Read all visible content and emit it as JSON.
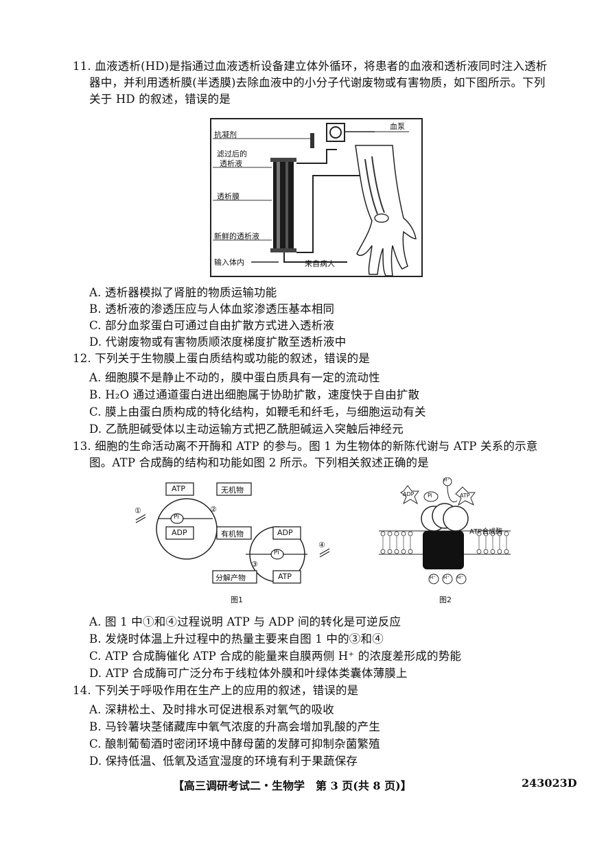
{
  "q11": {
    "line1": "11. 血液透析(HD)是指通过血液透析设备建立体外循环，将患者的血液和透析液同时注入透析",
    "line2": "器中，并利用透析膜(半透膜)去除血液中的小分子代谢废物或有害物质，如下图所示。下列",
    "line3": "关于 HD 的叙述，错误的是",
    "figure": {
      "anticoagulant": "抗凝剂",
      "filtered_dialysate_1": "滤过后的",
      "filtered_dialysate_2": "透析液",
      "membrane": "透析膜",
      "fresh_dialysate": "新鲜的透析液",
      "into_body": "输入体内",
      "from_patient": "来自病人",
      "blood_pump": "血泵"
    },
    "options": [
      "A. 透析器模拟了肾脏的物质运输功能",
      "B. 透析液的渗透压应与人体血浆渗透压基本相同",
      "C. 部分血浆蛋白可通过自由扩散方式进入透析液",
      "D. 代谢废物或有害物质顺浓度梯度扩散至透析液中"
    ]
  },
  "q12": {
    "stem": "12. 下列关于生物膜上蛋白质结构或功能的叙述，错误的是",
    "options": [
      "A. 细胞膜不是静止不动的，膜中蛋白质具有一定的流动性",
      "B. H₂O 通过通道蛋白进出细胞属于协助扩散，速度快于自由扩散",
      "C. 膜上由蛋白质构成的特化结构，如鞭毛和纤毛，与细胞运动有关",
      "D. 乙酰胆碱受体以主动运输方式把乙酰胆碱运入突触后神经元"
    ]
  },
  "q13": {
    "line1": "13. 细胞的生命活动离不开酶和 ATP 的参与。图 1 为生物体的新陈代谢与 ATP 关系的示意",
    "line2": "图。ATP 合成酶的结构和功能如图 2 所示。下列相关叙述正确的是",
    "fig1": {
      "atp": "ATP",
      "adp": "ADP",
      "pi": "Pi",
      "inorganic": "无机物",
      "organic": "有机物",
      "decomp": "分解产物",
      "n1": "①",
      "n2": "②",
      "n3": "③",
      "n4": "④",
      "caption": "图1"
    },
    "fig2": {
      "adp": "ADP",
      "pi": "Pi",
      "atp": "ATP",
      "h": "H⁺",
      "synthase": "ATP合成酶",
      "caption": "图2"
    },
    "options": [
      "A. 图 1 中①和④过程说明 ATP 与 ADP 间的转化是可逆反应",
      "B. 发烧时体温上升过程中的热量主要来自图 1 中的③和④",
      "C. ATP 合成酶催化 ATP 合成的能量来自膜两侧 H⁺ 的浓度差形成的势能",
      "D. ATP 合成酶可广泛分布于线粒体外膜和叶绿体类囊体薄膜上"
    ]
  },
  "q14": {
    "stem": "14. 下列关于呼吸作用在生产上的应用的叙述，错误的是",
    "options": [
      "A. 深耕松土、及时排水可促进根系对氧气的吸收",
      "B. 马铃薯块茎储藏库中氧气浓度的升高会增加乳酸的产生",
      "C. 酿制葡萄酒时密闭环境中酵母菌的发酵可抑制杂菌繁殖",
      "D. 保持低温、低氧及适宜湿度的环境有利于果蔬保存"
    ]
  },
  "footer": {
    "text": "【高三调研考试二・生物学　第 3 页(共 8 页)】",
    "code": "243023D"
  }
}
